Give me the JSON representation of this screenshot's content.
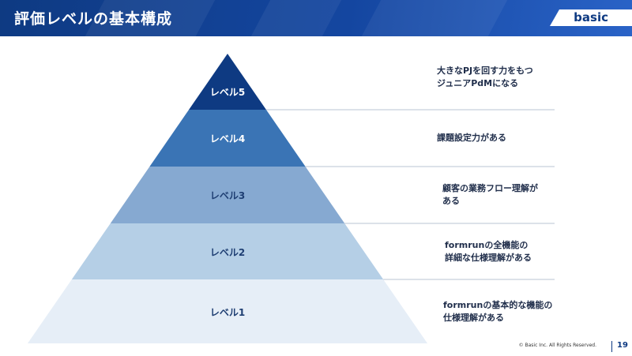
{
  "header": {
    "title": "評価レベルの基本構成",
    "brand": "basic"
  },
  "levels": [
    {
      "label": "レベル5",
      "description": [
        "大きなPJを回す力をもつ",
        "ジュニアPdMになる"
      ]
    },
    {
      "label": "レベル4",
      "description": [
        "課題設定力がある"
      ]
    },
    {
      "label": "レベル3",
      "description": [
        "顧客の業務フロー理解が",
        "ある"
      ]
    },
    {
      "label": "レベル2",
      "description": [
        "formrunの全機能の",
        "詳細な仕様理解がある"
      ]
    },
    {
      "label": "レベル1",
      "description": [
        "formrunの基本的な機能の",
        "仕様理解がある"
      ]
    }
  ],
  "footer": {
    "copyright": "© Basic Inc. All Rights Reserved.",
    "page": "19"
  },
  "colors": {
    "header": "#0e3a82",
    "level5": "#0e3a82",
    "level4": "#3a74b5",
    "level3": "#86a9d1",
    "level2": "#b5cfe6",
    "level1": "#e6eef7",
    "divider": "#b8c4d3"
  }
}
